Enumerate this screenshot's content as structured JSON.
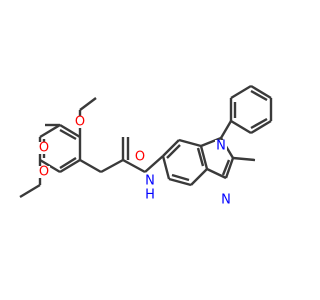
{
  "molecule": {
    "colors": {
      "bond": "#3a3a3a",
      "oxygen": "#ff0000",
      "nitrogen": "#0000ff",
      "carbon": "#3a3a3a",
      "background": "#ffffff"
    },
    "labels": {
      "o1": "O",
      "o2": "O",
      "o3": "O",
      "o4": "O",
      "n_amide": "N",
      "h_amide": "H",
      "n1": "N",
      "n3": "N"
    }
  }
}
